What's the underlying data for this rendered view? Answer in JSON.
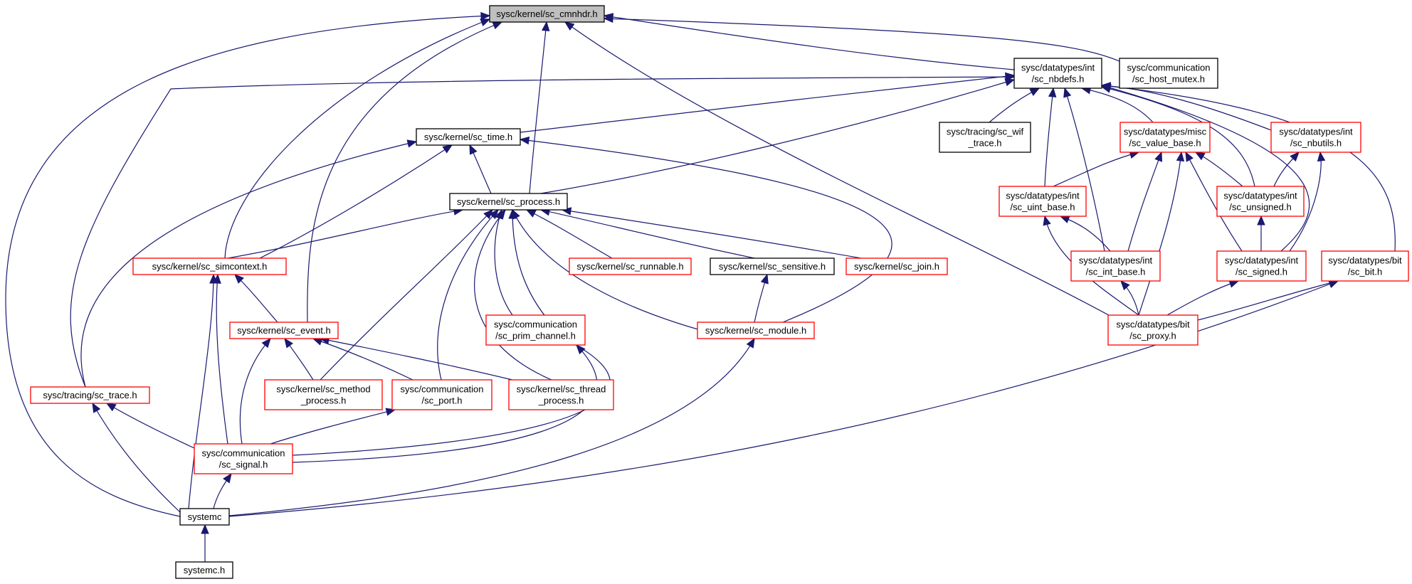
{
  "colors": {
    "edge": "#191970",
    "normal_border": "#000000",
    "truncated_border": "#ff0000",
    "root_fill": "#bfbfbf",
    "node_fill": "#ffffff"
  },
  "nodes": [
    {
      "id": "cmnhdr",
      "lines": [
        "sysc/kernel/sc_cmnhdr.h"
      ],
      "style": "root"
    },
    {
      "id": "nbdefs",
      "lines": [
        "sysc/datatypes/int",
        "/sc_nbdefs.h"
      ],
      "style": "normal"
    },
    {
      "id": "host_mutex",
      "lines": [
        "sysc/communication",
        "/sc_host_mutex.h"
      ],
      "style": "normal"
    },
    {
      "id": "time",
      "lines": [
        "sysc/kernel/sc_time.h"
      ],
      "style": "normal"
    },
    {
      "id": "wif_trace",
      "lines": [
        "sysc/tracing/sc_wif",
        "_trace.h"
      ],
      "style": "normal"
    },
    {
      "id": "value_base",
      "lines": [
        "sysc/datatypes/misc",
        "/sc_value_base.h"
      ],
      "style": "truncated"
    },
    {
      "id": "nbutils",
      "lines": [
        "sysc/datatypes/int",
        "/sc_nbutils.h"
      ],
      "style": "truncated"
    },
    {
      "id": "process",
      "lines": [
        "sysc/kernel/sc_process.h"
      ],
      "style": "normal"
    },
    {
      "id": "uint_base",
      "lines": [
        "sysc/datatypes/int",
        "/sc_uint_base.h"
      ],
      "style": "truncated"
    },
    {
      "id": "unsigned",
      "lines": [
        "sysc/datatypes/int",
        "/sc_unsigned.h"
      ],
      "style": "truncated"
    },
    {
      "id": "simcontext",
      "lines": [
        "sysc/kernel/sc_simcontext.h"
      ],
      "style": "truncated"
    },
    {
      "id": "runnable",
      "lines": [
        "sysc/kernel/sc_runnable.h"
      ],
      "style": "truncated"
    },
    {
      "id": "sensitive",
      "lines": [
        "sysc/kernel/sc_sensitive.h"
      ],
      "style": "normal"
    },
    {
      "id": "join",
      "lines": [
        "sysc/kernel/sc_join.h"
      ],
      "style": "truncated"
    },
    {
      "id": "int_base",
      "lines": [
        "sysc/datatypes/int",
        "/sc_int_base.h"
      ],
      "style": "truncated"
    },
    {
      "id": "signed",
      "lines": [
        "sysc/datatypes/int",
        "/sc_signed.h"
      ],
      "style": "truncated"
    },
    {
      "id": "bit",
      "lines": [
        "sysc/datatypes/bit",
        "/sc_bit.h"
      ],
      "style": "truncated"
    },
    {
      "id": "event",
      "lines": [
        "sysc/kernel/sc_event.h"
      ],
      "style": "truncated"
    },
    {
      "id": "prim_channel",
      "lines": [
        "sysc/communication",
        "/sc_prim_channel.h"
      ],
      "style": "truncated"
    },
    {
      "id": "module",
      "lines": [
        "sysc/kernel/sc_module.h"
      ],
      "style": "truncated"
    },
    {
      "id": "proxy",
      "lines": [
        "sysc/datatypes/bit",
        "/sc_proxy.h"
      ],
      "style": "truncated"
    },
    {
      "id": "trace",
      "lines": [
        "sysc/tracing/sc_trace.h"
      ],
      "style": "truncated"
    },
    {
      "id": "method_process",
      "lines": [
        "sysc/kernel/sc_method",
        "_process.h"
      ],
      "style": "truncated"
    },
    {
      "id": "port",
      "lines": [
        "sysc/communication",
        "/sc_port.h"
      ],
      "style": "truncated"
    },
    {
      "id": "thread_process",
      "lines": [
        "sysc/kernel/sc_thread",
        "_process.h"
      ],
      "style": "truncated"
    },
    {
      "id": "signal",
      "lines": [
        "sysc/communication",
        "/sc_signal.h"
      ],
      "style": "truncated"
    },
    {
      "id": "systemc",
      "lines": [
        "systemc"
      ],
      "style": "normal"
    },
    {
      "id": "systemc_h",
      "lines": [
        "systemc.h"
      ],
      "style": "normal"
    }
  ],
  "edges": [
    [
      "cmnhdr",
      "nbdefs"
    ],
    [
      "cmnhdr",
      "host_mutex"
    ],
    [
      "cmnhdr",
      "process"
    ],
    [
      "cmnhdr",
      "simcontext"
    ],
    [
      "cmnhdr",
      "event"
    ],
    [
      "cmnhdr",
      "proxy"
    ],
    [
      "cmnhdr",
      "systemc"
    ],
    [
      "nbdefs",
      "time"
    ],
    [
      "nbdefs",
      "wif_trace"
    ],
    [
      "nbdefs",
      "value_base"
    ],
    [
      "nbdefs",
      "nbutils"
    ],
    [
      "nbdefs",
      "process"
    ],
    [
      "nbdefs",
      "uint_base"
    ],
    [
      "nbdefs",
      "unsigned"
    ],
    [
      "nbdefs",
      "int_base"
    ],
    [
      "nbdefs",
      "signed"
    ],
    [
      "nbdefs",
      "bit"
    ],
    [
      "nbdefs",
      "trace"
    ],
    [
      "time",
      "process"
    ],
    [
      "time",
      "simcontext"
    ],
    [
      "time",
      "trace"
    ],
    [
      "time",
      "module"
    ],
    [
      "value_base",
      "uint_base"
    ],
    [
      "value_base",
      "unsigned"
    ],
    [
      "value_base",
      "int_base"
    ],
    [
      "value_base",
      "signed"
    ],
    [
      "value_base",
      "proxy"
    ],
    [
      "nbutils",
      "unsigned"
    ],
    [
      "nbutils",
      "signed"
    ],
    [
      "process",
      "simcontext"
    ],
    [
      "process",
      "runnable"
    ],
    [
      "process",
      "sensitive"
    ],
    [
      "process",
      "join"
    ],
    [
      "process",
      "method_process"
    ],
    [
      "process",
      "port"
    ],
    [
      "process",
      "prim_channel"
    ],
    [
      "process",
      "thread_process"
    ],
    [
      "process",
      "module"
    ],
    [
      "process",
      "signal"
    ],
    [
      "uint_base",
      "int_base"
    ],
    [
      "uint_base",
      "proxy"
    ],
    [
      "unsigned",
      "signed"
    ],
    [
      "int_base",
      "proxy"
    ],
    [
      "signed",
      "proxy"
    ],
    [
      "bit",
      "proxy"
    ],
    [
      "bit",
      "systemc"
    ],
    [
      "simcontext",
      "event"
    ],
    [
      "simcontext",
      "signal"
    ],
    [
      "simcontext",
      "systemc"
    ],
    [
      "sensitive",
      "module"
    ],
    [
      "event",
      "method_process"
    ],
    [
      "event",
      "port"
    ],
    [
      "event",
      "thread_process"
    ],
    [
      "event",
      "signal"
    ],
    [
      "prim_channel",
      "signal"
    ],
    [
      "module",
      "systemc"
    ],
    [
      "trace",
      "signal"
    ],
    [
      "trace",
      "systemc"
    ],
    [
      "port",
      "signal"
    ],
    [
      "signal",
      "systemc"
    ],
    [
      "systemc",
      "systemc_h"
    ]
  ]
}
